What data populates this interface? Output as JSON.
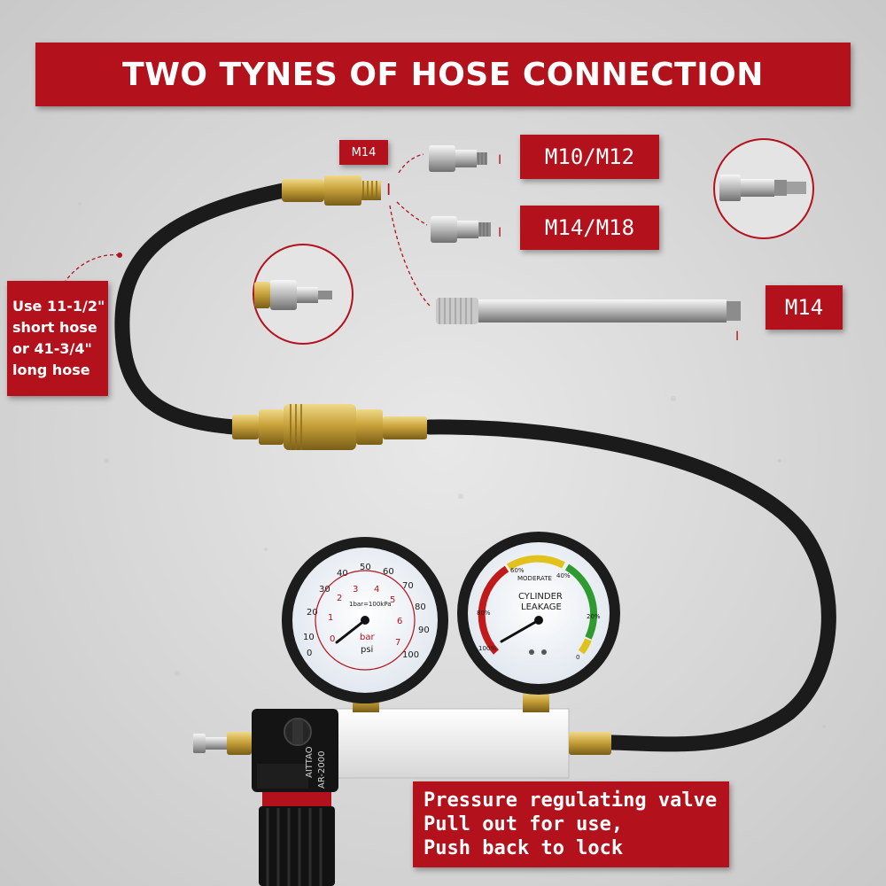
{
  "title": "TWO TYNES OF HOSE CONNECTION",
  "labels": {
    "m14_top": "M14",
    "m10_m12": "M10/M12",
    "m14_m18": "M14/M18",
    "m14_right": "M14"
  },
  "hose_note": [
    "Use 11-1/2\"",
    "short hose",
    "or 41-3/4\"",
    "long hose"
  ],
  "valve_note": [
    "Pressure regulating valve",
    "Pull out for use,",
    "Push back to lock"
  ],
  "pressure_gauge": {
    "outer_scale": [
      "0",
      "10",
      "20",
      "30",
      "40",
      "50",
      "60",
      "70",
      "80",
      "90",
      "100"
    ],
    "inner_scale": [
      "0",
      "1",
      "2",
      "3",
      "4",
      "5",
      "6",
      "7"
    ],
    "caption": "1bar=100kPa",
    "units": [
      "bar",
      "psi"
    ]
  },
  "leakage_gauge": {
    "caption_line1": "CYLINDER",
    "caption_line2": "LEAKAGE",
    "zone_label": "MODERATE",
    "scale": [
      "100%",
      "80%",
      "60%",
      "40%",
      "20%",
      "0"
    ]
  },
  "regulator": {
    "brand": "AITTAO",
    "model": "AR-2000"
  },
  "colors": {
    "label_red": "#b3121c",
    "background": "#dcdcdc",
    "hose": "#1b1b1b",
    "brass": "#c8a23a"
  }
}
